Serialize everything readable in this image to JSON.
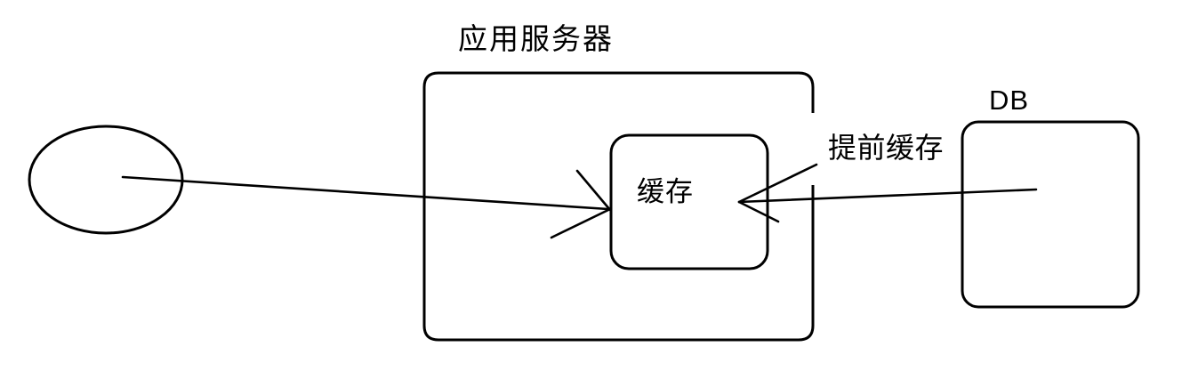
{
  "diagram": {
    "labels": {
      "app_server": "应用服务器",
      "cache": "缓存",
      "db": "DB",
      "precache": "提前缓存"
    },
    "nodes": [
      {
        "id": "client",
        "shape": "ellipse",
        "label": ""
      },
      {
        "id": "app-server",
        "shape": "rounded-rect",
        "label": "应用服务器"
      },
      {
        "id": "cache",
        "shape": "rounded-rect",
        "label": "缓存",
        "parent": "app-server"
      },
      {
        "id": "db",
        "shape": "rounded-rect",
        "label": "DB"
      }
    ],
    "edges": [
      {
        "from": "client",
        "to": "cache",
        "label": "",
        "style": "hand-drawn-arrow"
      },
      {
        "from": "db",
        "to": "cache",
        "label": "提前缓存",
        "style": "hand-drawn-arrow"
      }
    ],
    "colors": {
      "stroke": "#000000",
      "text": "#000000",
      "background": "#ffffff"
    }
  }
}
